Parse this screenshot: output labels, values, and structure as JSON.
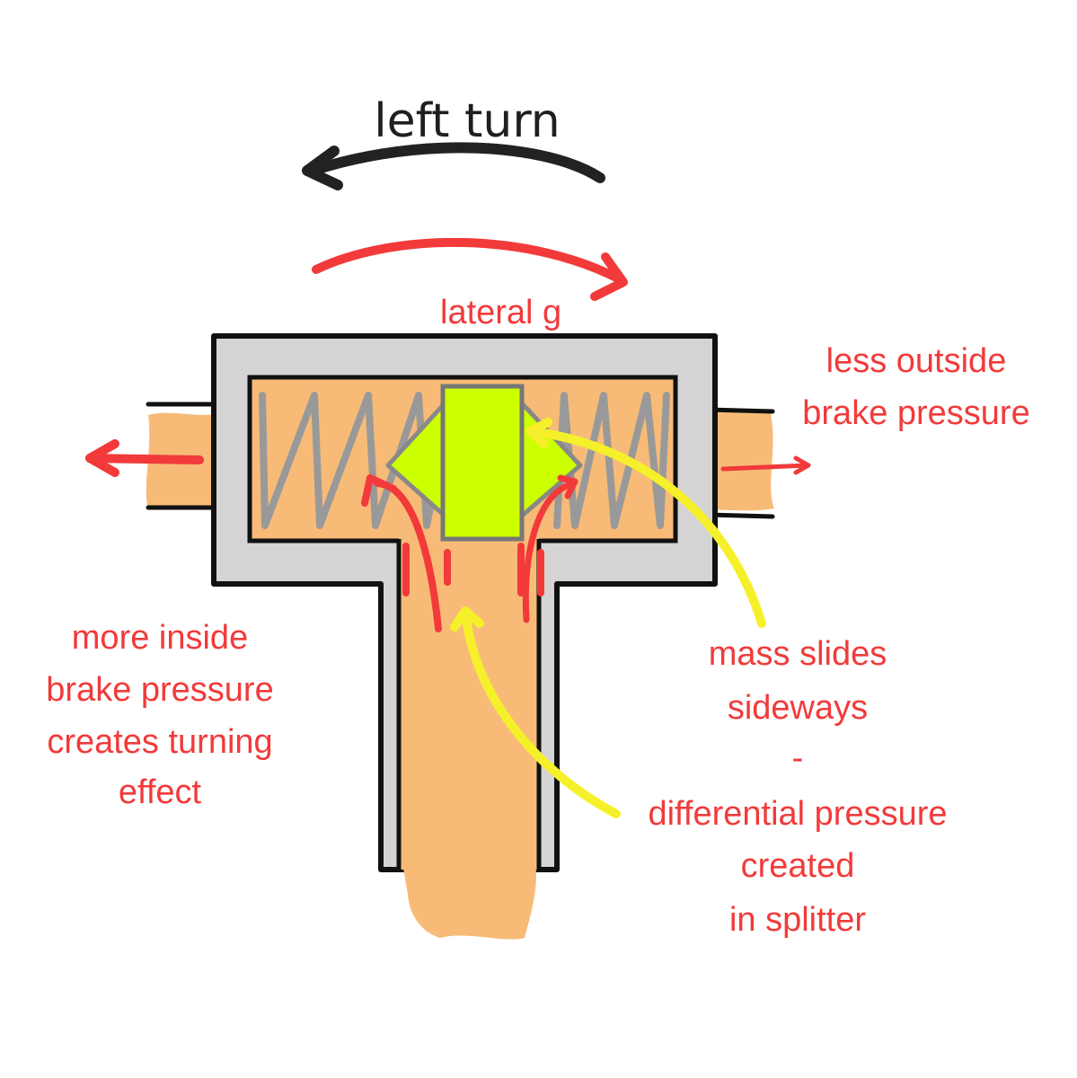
{
  "title": "left turn",
  "lateral_label": "lateral  g",
  "outside_label": [
    "less outside",
    "brake pressure"
  ],
  "inside_label": [
    "more inside",
    "brake pressure",
    "creates turning",
    "effect"
  ],
  "mass_label": [
    "mass slides",
    "sideways",
    "-",
    "differential pressure",
    "created",
    "in splitter"
  ],
  "colors": {
    "housing": "#d4d4d4",
    "outline": "#111111",
    "fluid": "#f7bb77",
    "mass": "#ccff00",
    "spring": "#999999",
    "red_arrow": "#f23a3a",
    "yellow_arrow": "#f5f02a",
    "black_arrow": "#222222"
  }
}
